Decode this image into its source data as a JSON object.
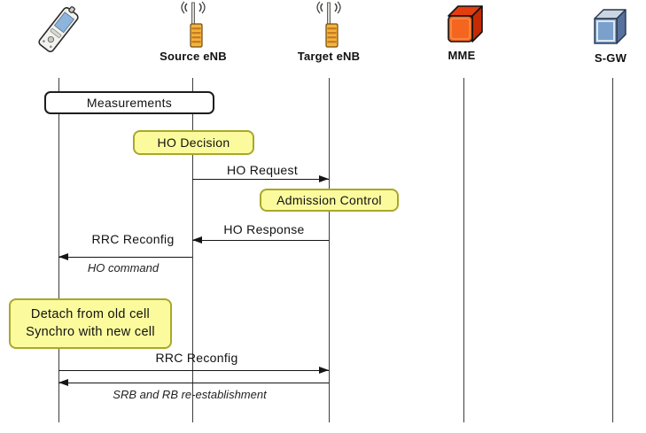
{
  "actors": [
    {
      "icon": "mobile-phone-icon"
    },
    {
      "label": "Source eNB",
      "icon": "antenna-tower-icon"
    },
    {
      "label": "Target eNB",
      "icon": "antenna-tower-icon"
    },
    {
      "label": "MME",
      "icon": "red-cube-icon"
    },
    {
      "label": "S-GW",
      "icon": "blue-cube-icon"
    }
  ],
  "notes": [
    {
      "label": "Measurements",
      "style": "white"
    },
    {
      "label": "HO Decision",
      "style": "yellow"
    },
    {
      "label": "Admission Control",
      "style": "yellow"
    },
    {
      "line1": "Detach from old cell",
      "line2": "Synchro with new cell",
      "style": "yellow"
    }
  ],
  "messages": [
    {
      "label": "HO Request",
      "from": 1,
      "to": 2,
      "direction": "right"
    },
    {
      "label": "HO Response",
      "from": 2,
      "to": 1,
      "direction": "left"
    },
    {
      "label": "RRC Reconfig",
      "sublabel": "HO command",
      "from": 1,
      "to": 0,
      "direction": "left"
    },
    {
      "label": "RRC Reconfig",
      "from": 0,
      "to": 2,
      "direction": "right"
    },
    {
      "label": "SRB and RB re-establishment",
      "from": 2,
      "to": 0,
      "direction": "left",
      "style": "italic"
    }
  ],
  "colors": {
    "note_yellow_fill": "#fbfb9e",
    "note_yellow_border": "#a8a82a",
    "note_white_border": "#1d1d1d",
    "line_color": "#151515",
    "mme_cube_front": "#f4651f",
    "mme_cube_side": "#c42b05",
    "sgw_cube_front": "#7ba0cc",
    "sgw_cube_side": "#55719c",
    "enb_cabinet": "#f5b33c",
    "phone_screen": "#8cb4dc"
  }
}
